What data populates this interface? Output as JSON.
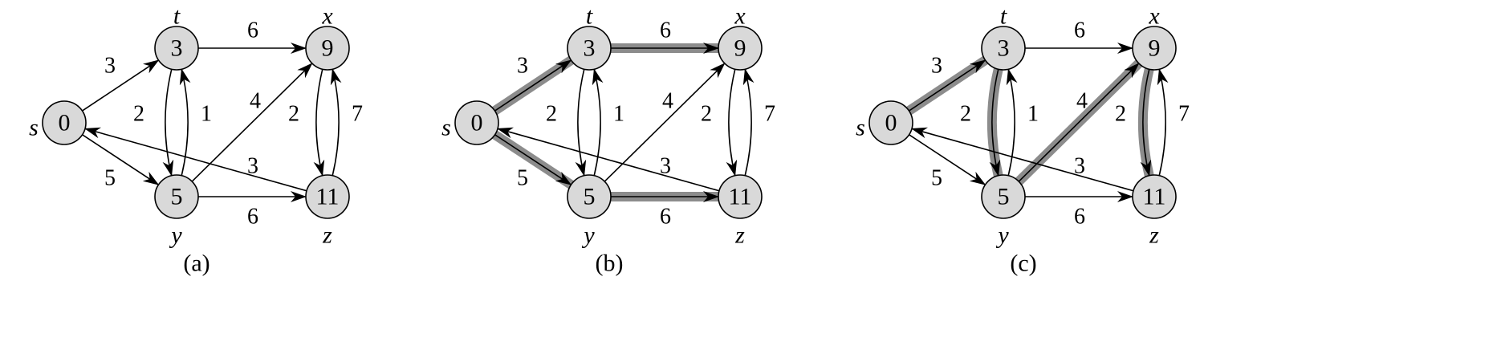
{
  "panels": [
    {
      "caption": "(a)",
      "nodes": {
        "s": {
          "name": "s",
          "value": "0"
        },
        "t": {
          "name": "t",
          "value": "3"
        },
        "x": {
          "name": "x",
          "value": "9"
        },
        "y": {
          "name": "y",
          "value": "5"
        },
        "z": {
          "name": "z",
          "value": "11"
        }
      },
      "highlighted_edges": []
    },
    {
      "caption": "(b)",
      "nodes": {
        "s": {
          "name": "s",
          "value": "0"
        },
        "t": {
          "name": "t",
          "value": "3"
        },
        "x": {
          "name": "x",
          "value": "9"
        },
        "y": {
          "name": "y",
          "value": "5"
        },
        "z": {
          "name": "z",
          "value": "11"
        }
      },
      "highlighted_edges": [
        "s-t",
        "s-y",
        "t-x",
        "y-z"
      ]
    },
    {
      "caption": "(c)",
      "nodes": {
        "s": {
          "name": "s",
          "value": "0"
        },
        "t": {
          "name": "t",
          "value": "3"
        },
        "x": {
          "name": "x",
          "value": "9"
        },
        "y": {
          "name": "y",
          "value": "5"
        },
        "z": {
          "name": "z",
          "value": "11"
        }
      },
      "highlighted_edges": [
        "s-t",
        "t-y",
        "y-x",
        "x-z"
      ]
    }
  ],
  "edges": [
    {
      "id": "s-t",
      "from": "s",
      "to": "t",
      "weight": "3"
    },
    {
      "id": "s-y",
      "from": "s",
      "to": "y",
      "weight": "5"
    },
    {
      "id": "t-x",
      "from": "t",
      "to": "x",
      "weight": "6"
    },
    {
      "id": "t-y",
      "from": "t",
      "to": "y",
      "weight": "2"
    },
    {
      "id": "y-t",
      "from": "y",
      "to": "t",
      "weight": "1"
    },
    {
      "id": "y-x",
      "from": "y",
      "to": "x",
      "weight": "4"
    },
    {
      "id": "y-z",
      "from": "y",
      "to": "z",
      "weight": "6"
    },
    {
      "id": "x-z",
      "from": "x",
      "to": "z",
      "weight": "2"
    },
    {
      "id": "z-x",
      "from": "z",
      "to": "x",
      "weight": "7"
    },
    {
      "id": "z-s",
      "from": "z",
      "to": "s",
      "weight": "3"
    }
  ],
  "colors": {
    "node_fill": "#d9d9d9",
    "highlight": "#8c8c8c",
    "line": "#000000"
  }
}
